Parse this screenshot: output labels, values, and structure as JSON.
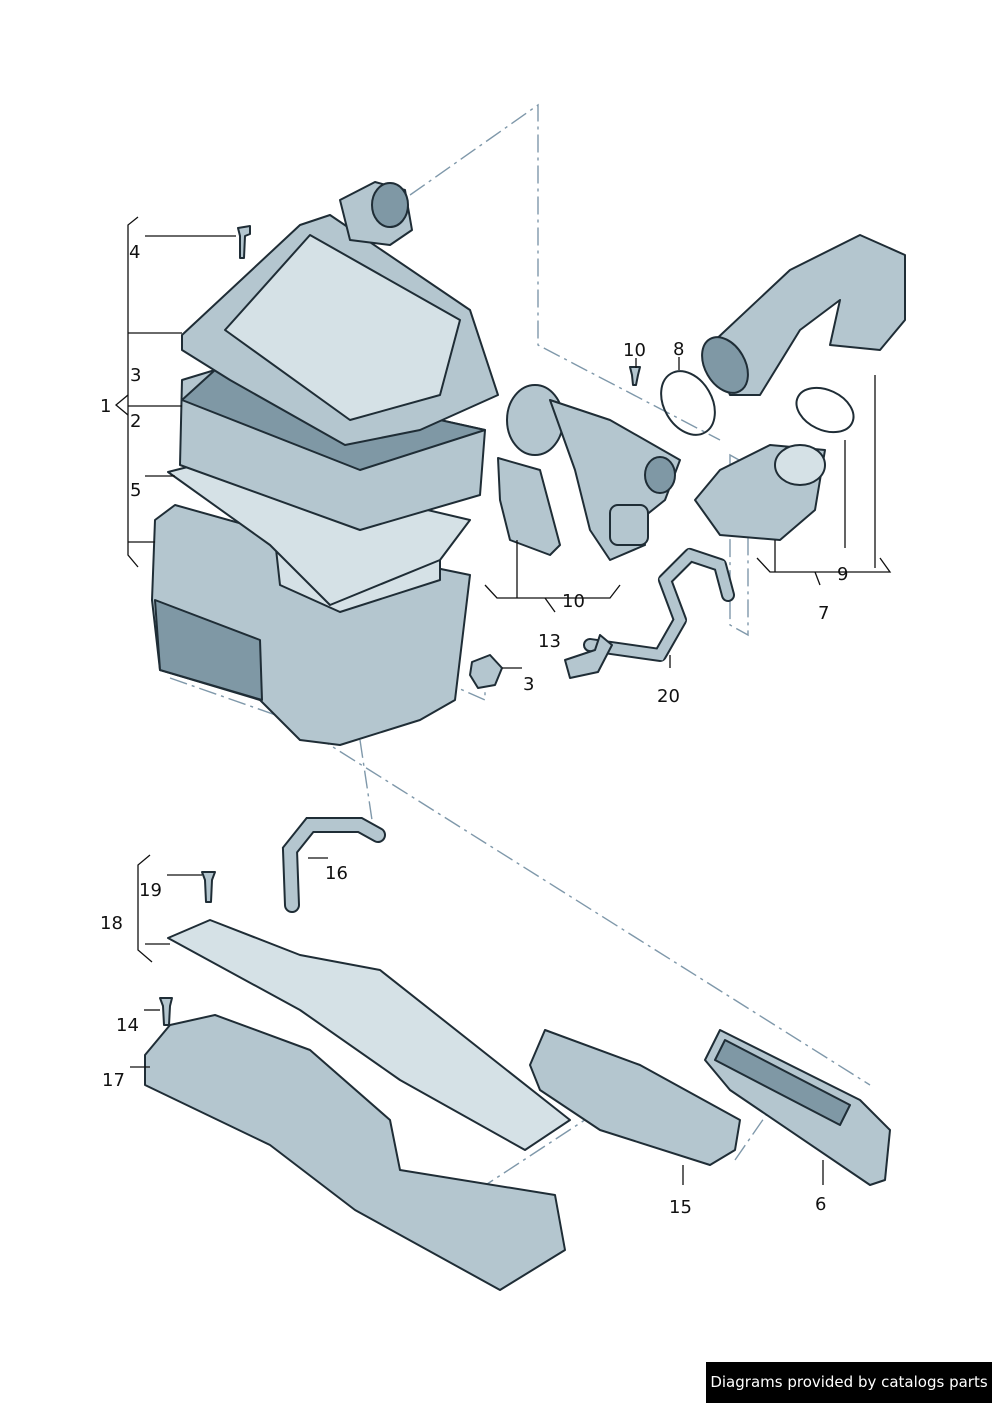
{
  "labels": {
    "l4": "4",
    "l3a": "3",
    "l1": "1",
    "l2": "2",
    "l5": "5",
    "l10a": "10",
    "l8": "8",
    "l10b": "10",
    "l9": "9",
    "l7": "7",
    "l13": "13",
    "l3b": "3",
    "l20": "20",
    "l16": "16",
    "l19": "19",
    "l18": "18",
    "l14": "14",
    "l17": "17",
    "l15": "15",
    "l6": "6"
  },
  "credit": "Diagrams provided by catalogs parts"
}
